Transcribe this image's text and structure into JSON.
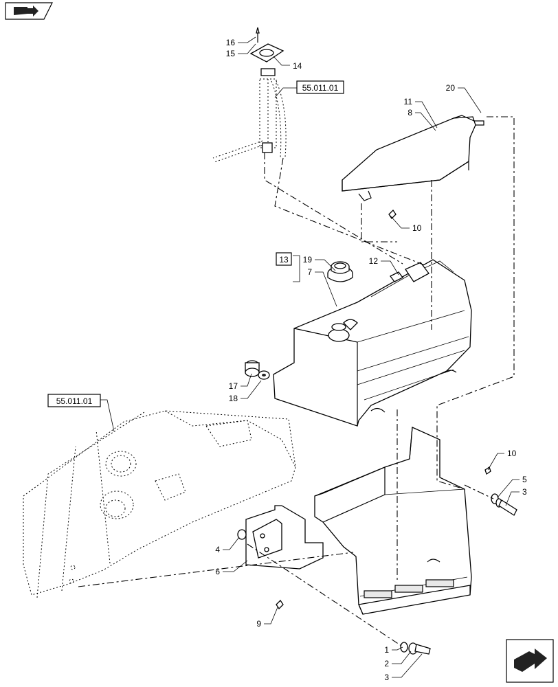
{
  "references": {
    "ref_top": "55.011.01",
    "ref_left": "55.011.01",
    "group": "13"
  },
  "callouts": {
    "c1": "1",
    "c2": "2",
    "c3a": "3",
    "c3b": "3",
    "c4": "4",
    "c5": "5",
    "c6": "6",
    "c7": "7",
    "c8": "8",
    "c9": "9",
    "c10a": "10",
    "c10b": "10",
    "c11": "11",
    "c12": "12",
    "c14": "14",
    "c15": "15",
    "c16": "16",
    "c17": "17",
    "c18": "18",
    "c19": "19",
    "c20": "20"
  },
  "icons": {
    "top_left": "book-arrow-icon",
    "bottom_right": "next-page-arrow-icon"
  }
}
